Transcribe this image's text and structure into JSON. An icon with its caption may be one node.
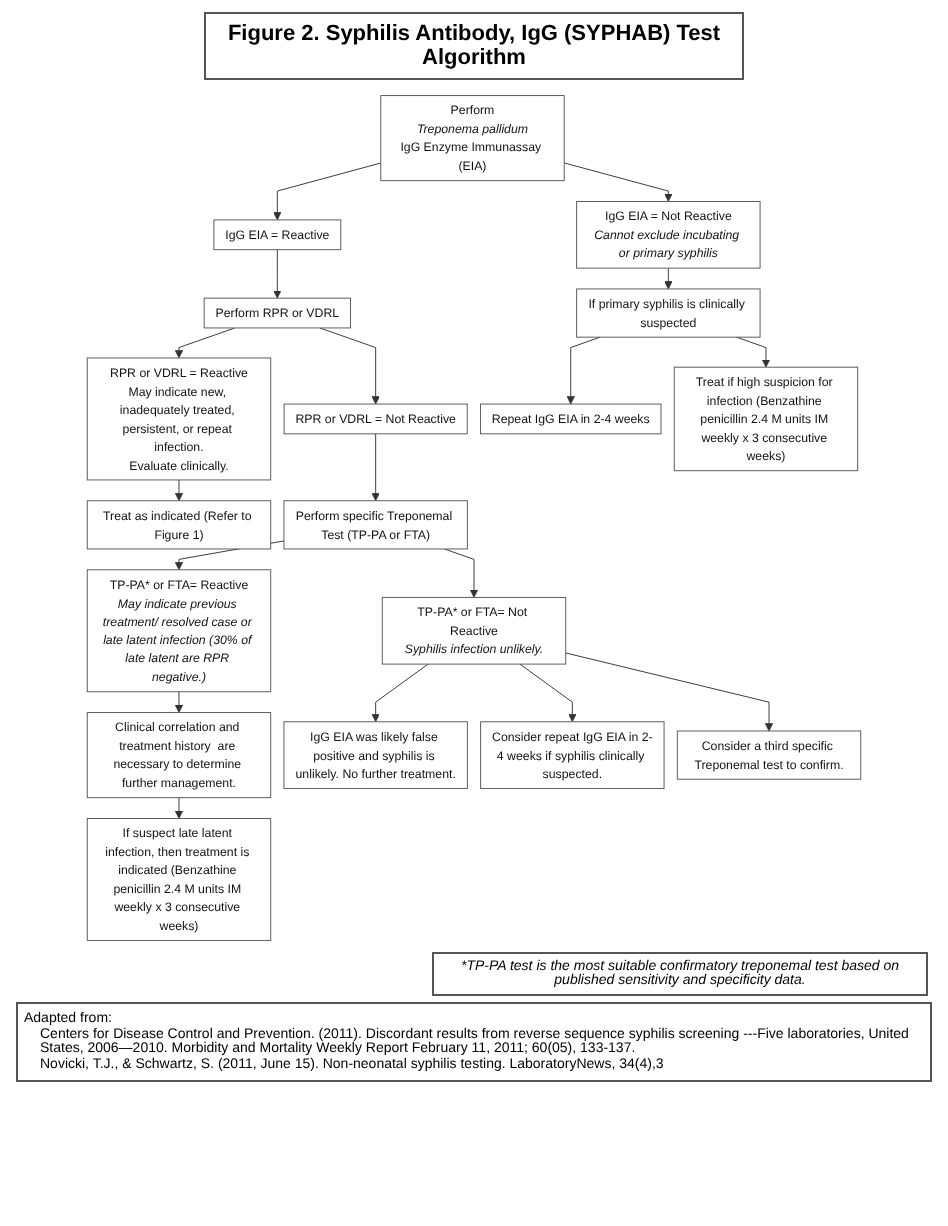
{
  "diagram": {
    "title": "Figure 2.  Syphilis Antibody, IgG (SYPHAB) Test Algorithm",
    "nodes": [
      {
        "text": [
          "Perform",
          "Treponema pallidum",
          "IgG Enzyme Immunassay (EIA)"
        ]
      },
      {
        "text": [
          "IgG EIA = Reactive"
        ]
      },
      {
        "text": [
          "IgG EIA = Not Reactive",
          "Cannot exclude incubating or primary syphilis"
        ]
      },
      {
        "text": [
          "Perform RPR or VDRL"
        ]
      },
      {
        "text": [
          "If primary syphilis is clinically suspected"
        ]
      },
      {
        "text": [
          "RPR or VDRL = Reactive",
          "May indicate new, inadequately treated, persistent, or repeat infection.",
          "Evaluate clinically."
        ]
      },
      {
        "text": [
          "RPR or VDRL = Not Reactive"
        ]
      },
      {
        "text": [
          "Repeat IgG EIA in 2-4 weeks"
        ]
      },
      {
        "text": [
          "Treat if high suspicion for infection (Benzathine penicillin 2.4 M units IM weekly x 3 consecutive weeks)"
        ]
      },
      {
        "text": [
          "Treat as indicated (Refer to Figure 1)"
        ]
      },
      {
        "text": [
          "Perform specific Treponemal Test (TP-PA or FTA)"
        ]
      },
      {
        "text": [
          "TP-PA* or FTA= Reactive",
          "May indicate previous treatment/ resolved case or late latent infection (30% of late latent are RPR negative.)"
        ]
      },
      {
        "text": [
          "TP-PA* or FTA= Not Reactive",
          "Syphilis infection unlikely."
        ]
      },
      {
        "text": [
          "Clinical correlation and treatment history  are necessary to determine further management."
        ]
      },
      {
        "text": [
          "If suspect late latent infection, then treatment is indicated (Benzathine penicillin 2.4 M units IM weekly x 3 consecutive weeks)"
        ]
      },
      {
        "text": [
          "IgG EIA was likely false positive and syphilis is unlikely. No further treatment."
        ]
      },
      {
        "text": [
          "Consider repeat IgG EIA in 2-4 weeks if syphilis clinically suspected."
        ]
      },
      {
        "text": [
          "Consider a third specific Treponemal test to confirm."
        ]
      }
    ],
    "edges": [
      {
        "from": 0,
        "to": 1,
        "arrow": "to"
      },
      {
        "from": 0,
        "to": 2,
        "arrow": "to"
      },
      {
        "from": 1,
        "to": 3,
        "arrow": "to"
      },
      {
        "from": 2,
        "to": 4,
        "arrow": "to"
      },
      {
        "from": 3,
        "to": 5,
        "arrow": "to"
      },
      {
        "from": 3,
        "to": 6,
        "arrow": "to"
      },
      {
        "from": 4,
        "to": 7,
        "arrow": "to"
      },
      {
        "from": 4,
        "to": 8,
        "arrow": "to"
      },
      {
        "from": 5,
        "to": 9,
        "arrow": "to"
      },
      {
        "from": 6,
        "to": 10,
        "arrow": "to"
      },
      {
        "from": 10,
        "to": 11,
        "arrow": "to"
      },
      {
        "from": 10,
        "to": 12,
        "arrow": "to"
      },
      {
        "from": 11,
        "to": 13,
        "arrow": "to"
      },
      {
        "from": 13,
        "to": 14,
        "arrow": "to"
      },
      {
        "from": 12,
        "to": 15,
        "arrow": "to"
      },
      {
        "from": 12,
        "to": 16,
        "arrow": "to"
      },
      {
        "from": 12,
        "to": 17,
        "arrow": "to"
      }
    ],
    "labels": [
      "*TP-PA test is the most suitable confirmatory treponemal test based on published sensitivity and specificity data.",
      "Adapted from:",
      "Centers for Disease Control and Prevention. (2011). Discordant results from reverse sequence syphilis screening ---Five laboratories, United States, 2006—2010. Morbidity and Mortality Weekly Report February 11, 2011; 60(05), 133-137.",
      "Novicki, T.J., & Schwartz, S. (2011, June 15). Non-neonatal syphilis testing. LaboratoryNews, 34(4),3"
    ]
  }
}
